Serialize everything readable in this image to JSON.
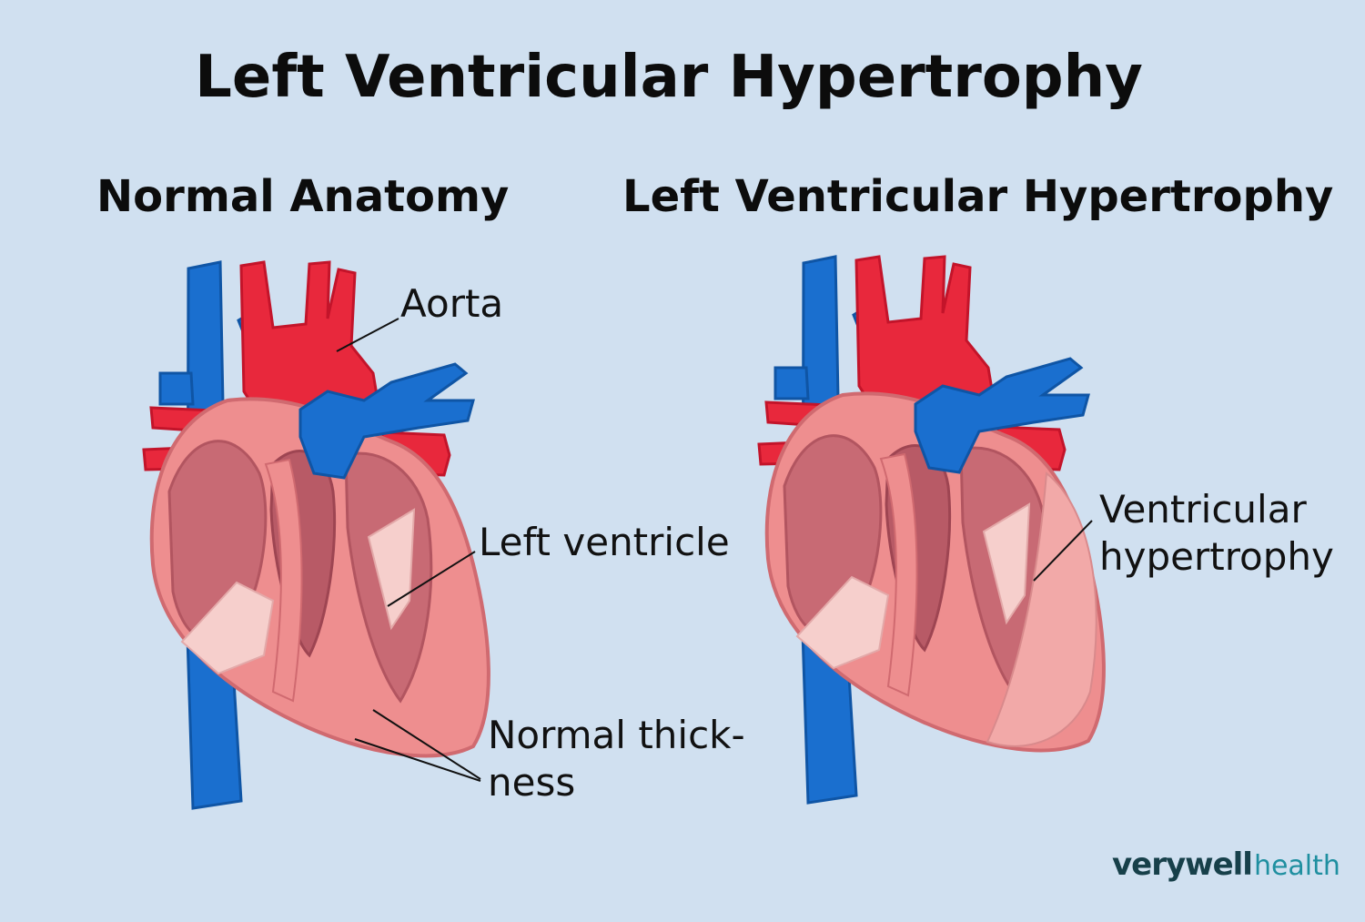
{
  "title": "Left Ventricular Hypertrophy",
  "panels": {
    "left": {
      "heading": "Normal Anatomy",
      "labels": {
        "aorta": "Aorta",
        "left_ventricle": "Left ventricle",
        "normal_thickness": "Normal thick-\nness"
      }
    },
    "right": {
      "heading": "Left Ventricular Hypertrophy",
      "labels": {
        "ventricular_hypertrophy": "Ventricular\nhypertrophy"
      }
    }
  },
  "logo": {
    "brand": "verywell",
    "sub": "health"
  },
  "colors": {
    "background": "#d0e0f0",
    "artery_red": "#e8283c",
    "vein_blue": "#1a6fcf",
    "muscle_outer": "#ee8e8f",
    "muscle_inner": "#c86a74",
    "chamber_dark": "#b85a66",
    "tissue_light": "#f6cfcc"
  }
}
